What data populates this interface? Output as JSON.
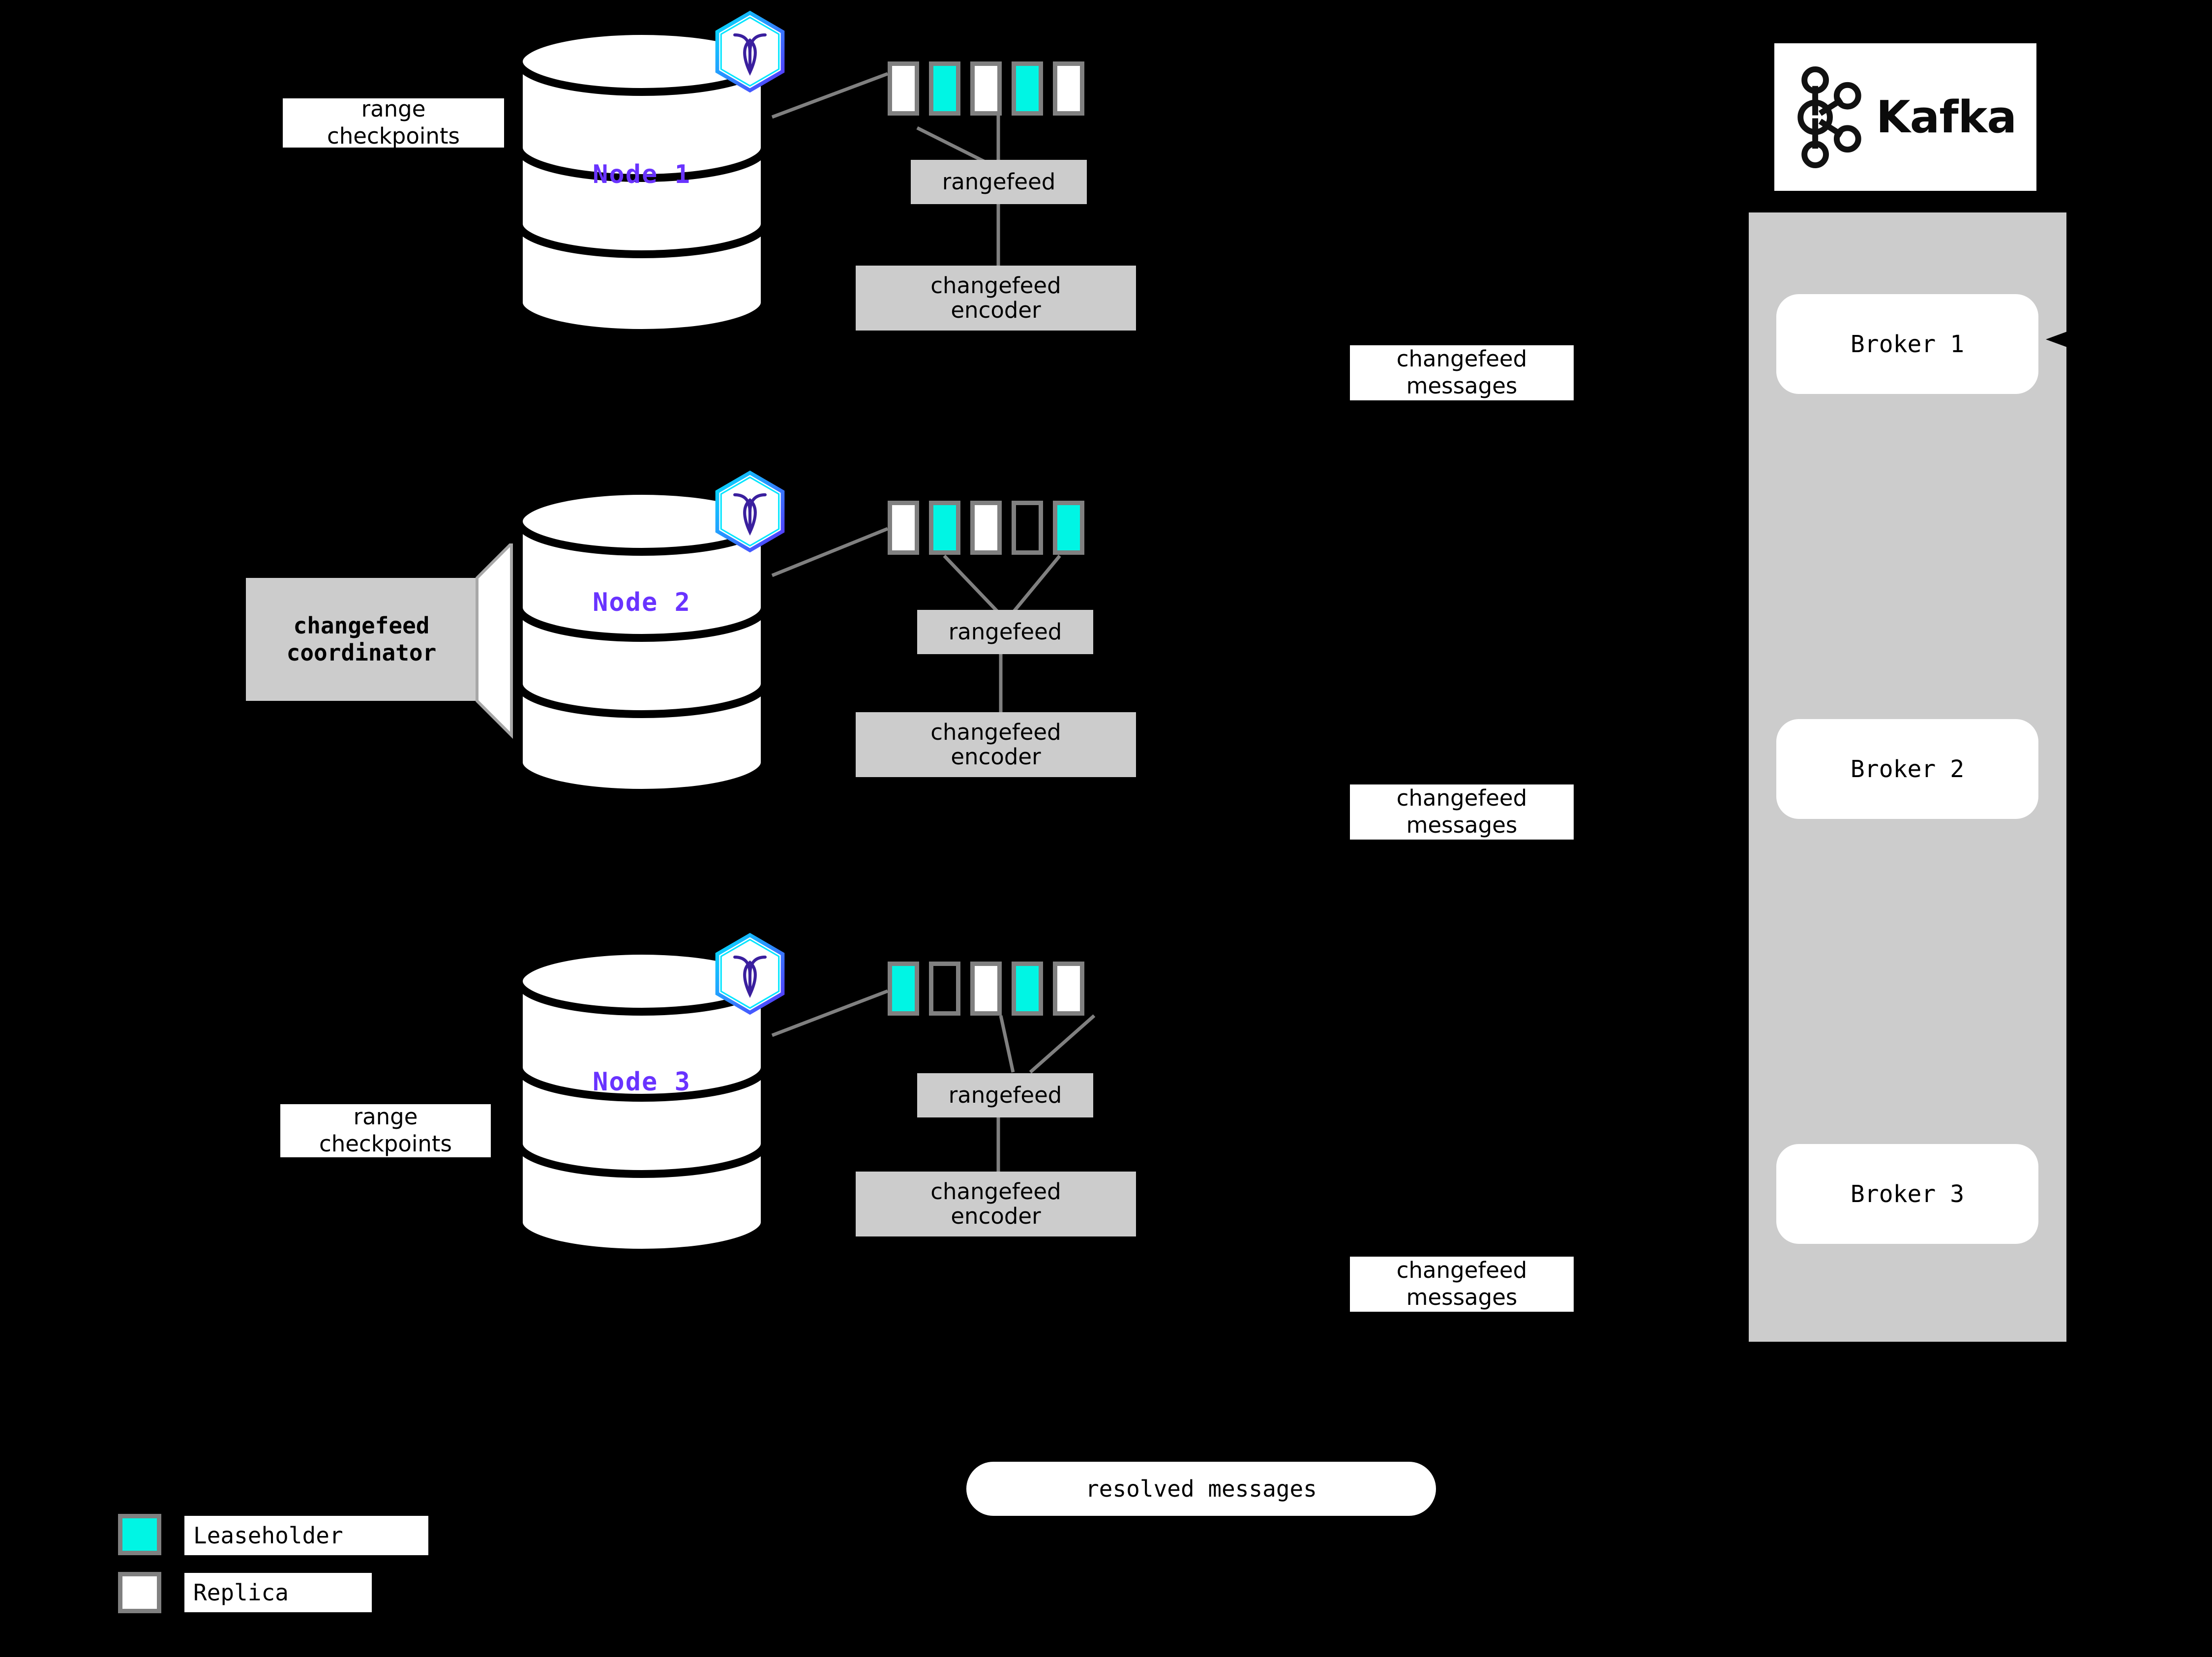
{
  "legend": {
    "leaseholder_label": "Leaseholder",
    "replica_label": "Replica",
    "leaseholder_color": "#00F5E4",
    "replica_color": "#FFFFFF",
    "swatch_border_color": "#808080"
  },
  "colors": {
    "background": "#000000",
    "node_text": "#6933FF",
    "process_box": "#CCCCCC",
    "label_box": "#FFFFFF",
    "connector": "#808080",
    "kafka_panel": "#CCCCCC"
  },
  "nodes": [
    {
      "id": "node-1",
      "label": "Node 1",
      "badge": "cockroachdb-hexagon-icon",
      "range_checkpoints_label": "range\ncheckpoints",
      "replicas": [
        "replica",
        "leaseholder",
        "replica",
        "leaseholder",
        "replica"
      ],
      "rangefeed_label": "rangefeed",
      "encoder_label": "changefeed\nencoder",
      "changefeed_messages_label": "changefeed\nmessages"
    },
    {
      "id": "node-2",
      "label": "Node 2",
      "badge": "cockroachdb-hexagon-icon",
      "coordinator_label": "changefeed\ncoordinator",
      "replicas": [
        "replica",
        "leaseholder",
        "replica",
        "empty",
        "leaseholder"
      ],
      "rangefeed_label": "rangefeed",
      "encoder_label": "changefeed\nencoder",
      "changefeed_messages_label": "changefeed\nmessages"
    },
    {
      "id": "node-3",
      "label": "Node 3",
      "badge": "cockroachdb-hexagon-icon",
      "range_checkpoints_label": "range\ncheckpoints",
      "replicas": [
        "leaseholder",
        "empty",
        "replica",
        "leaseholder",
        "replica"
      ],
      "rangefeed_label": "rangefeed",
      "encoder_label": "changefeed\nencoder",
      "changefeed_messages_label": "changefeed\nmessages"
    }
  ],
  "kafka": {
    "wordmark": "Kafka",
    "logo_icon": "kafka-logo-icon",
    "brokers": [
      {
        "label": "Broker 1"
      },
      {
        "label": "Broker 2"
      },
      {
        "label": "Broker 3"
      }
    ]
  },
  "resolved_messages_label": "resolved messages"
}
